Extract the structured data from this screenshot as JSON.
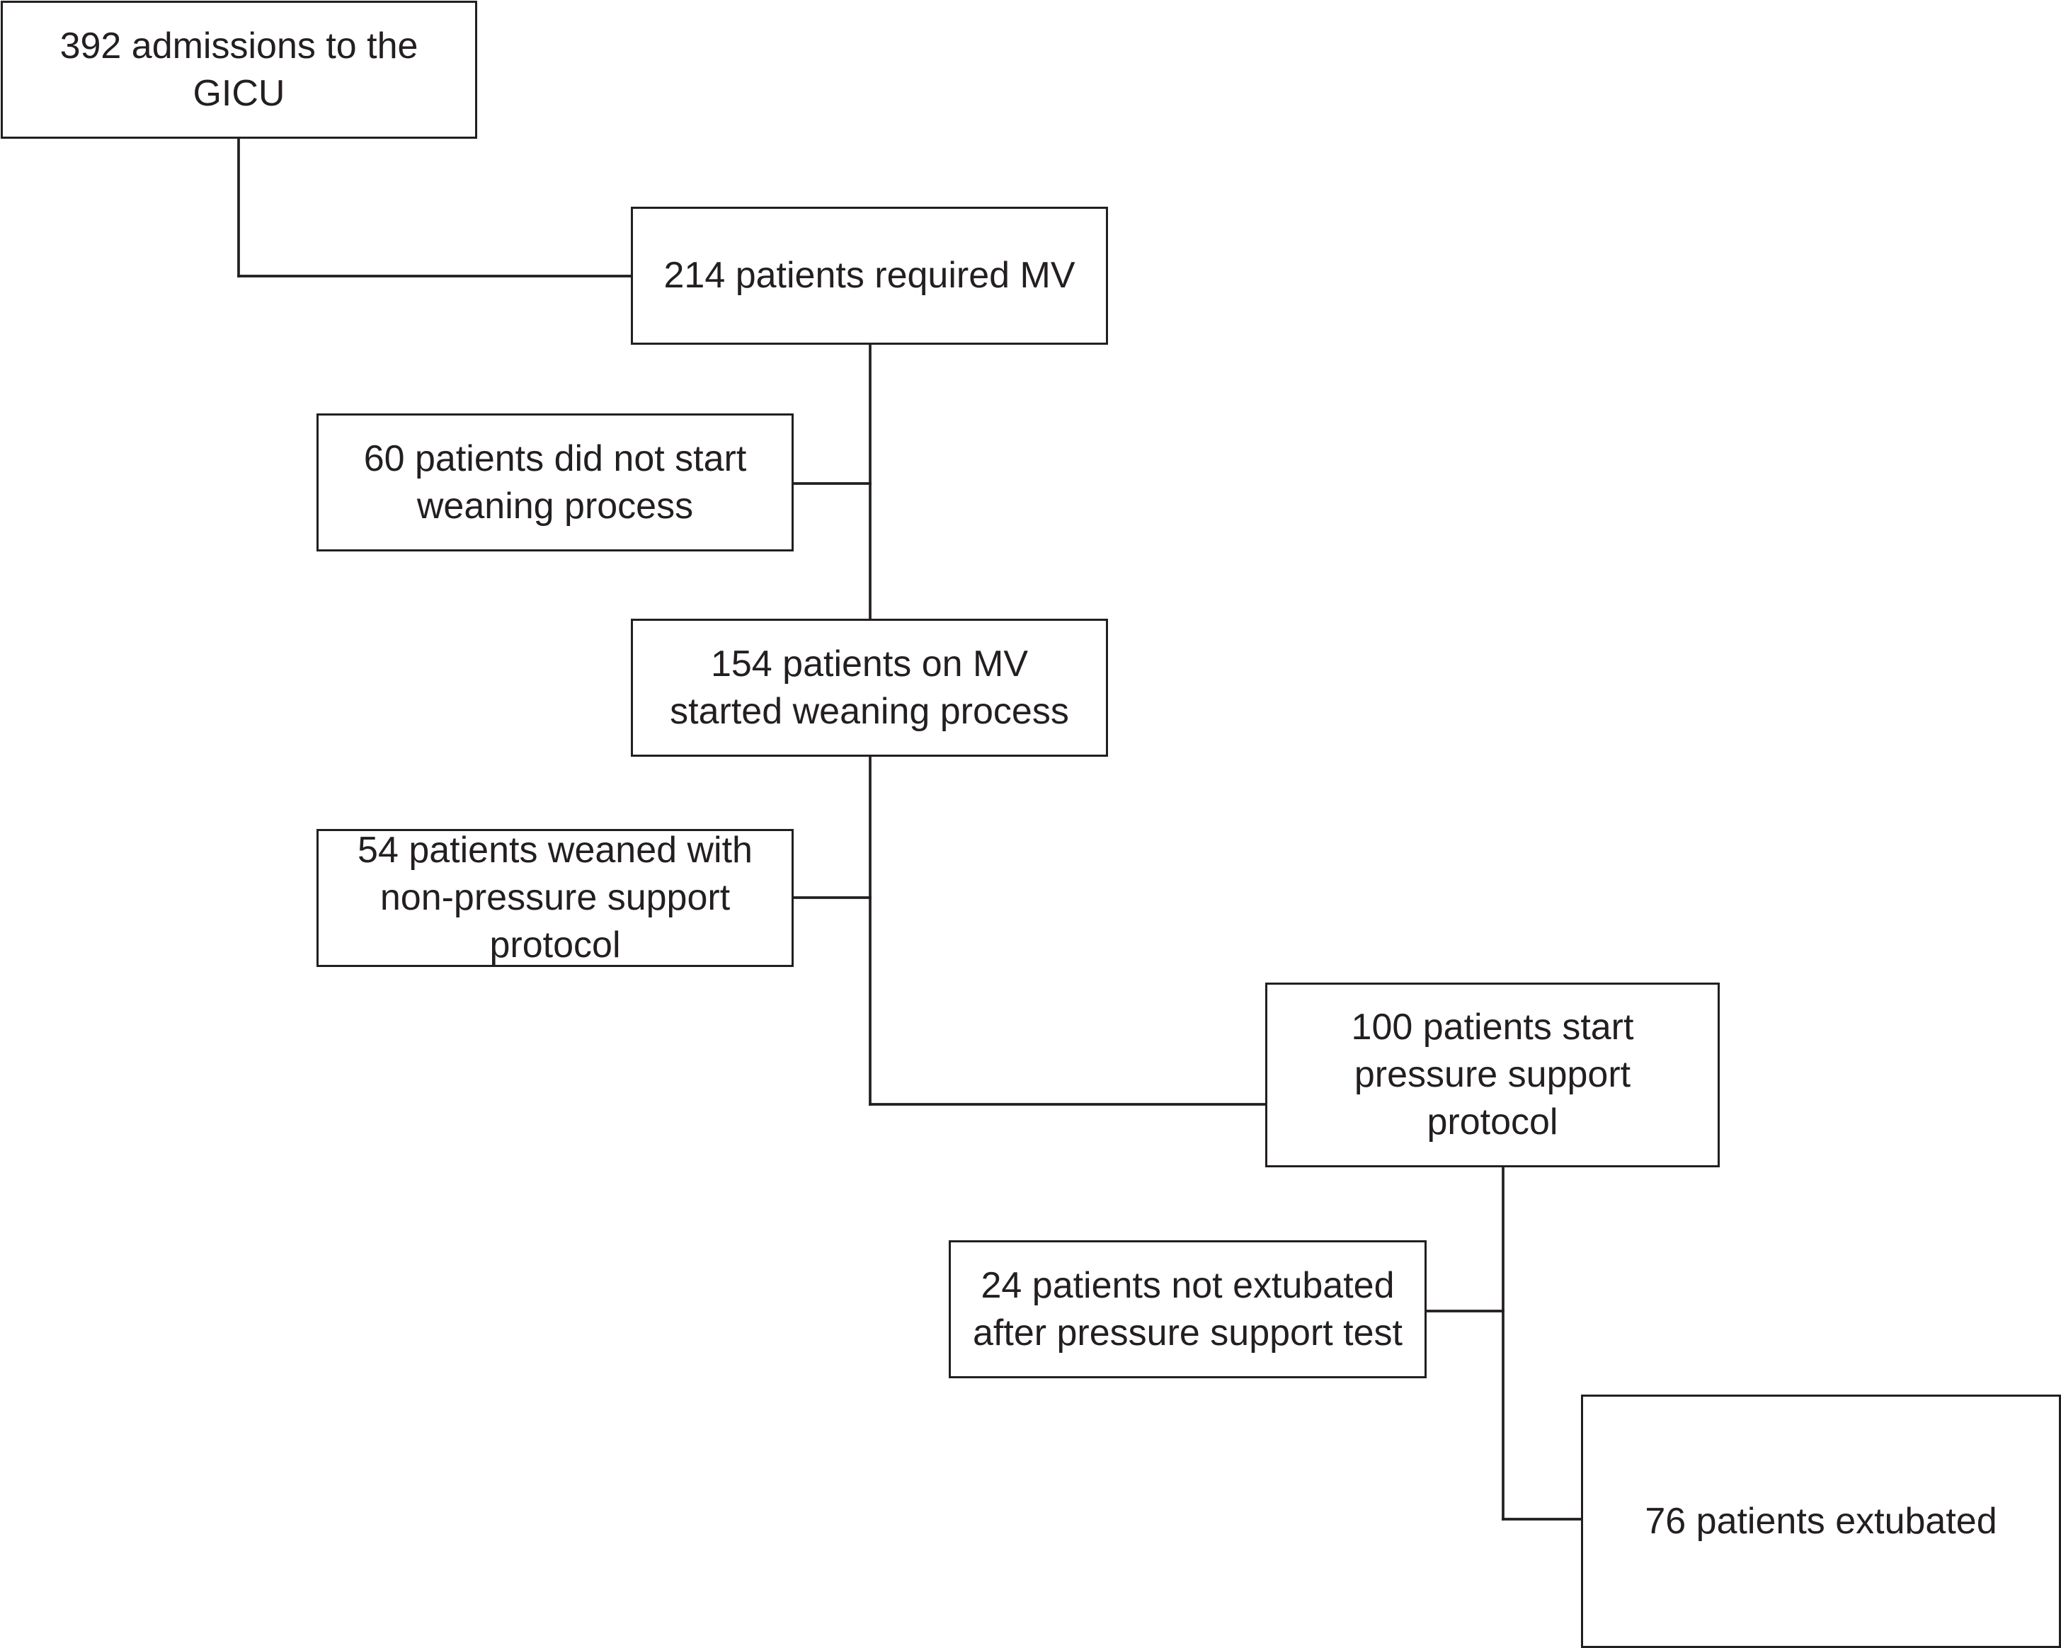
{
  "diagram": {
    "type": "flowchart",
    "colors": {
      "line": "#231f20",
      "text": "#231f20",
      "background": "#ffffff"
    },
    "boxes": {
      "admissions": "392 admissions to the\nGICU",
      "required_mv": "214 patients required MV",
      "no_weaning": "60 patients did not start\nweaning process",
      "started_weaning": "154 patients on MV\nstarted weaning process",
      "non_pressure": "54 patients weaned with\nnon-pressure support\nprotocol",
      "pressure_protocol": "100 patients start\npressure support\nprotocol",
      "not_extubated": "24 patients not extubated\nafter pressure support test",
      "extubated": "76 patients extubated"
    }
  }
}
